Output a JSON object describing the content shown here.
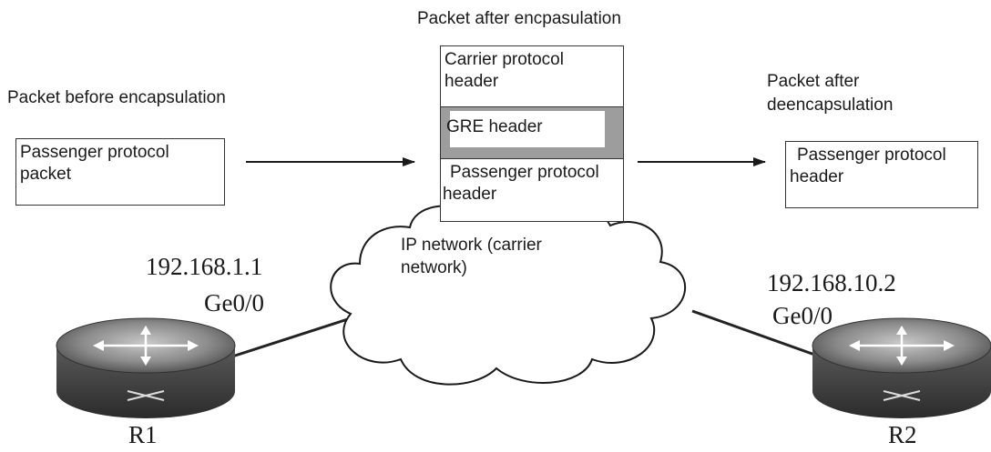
{
  "labels": {
    "before": "Packet before encapsulation",
    "after_encap": "Packet after encpasulation",
    "after_deencap_line1": "Packet after",
    "after_deencap_line2": "deencapsulation",
    "cloud_line1": "IP network (carrier",
    "cloud_line2": "network)"
  },
  "packets": {
    "before": {
      "line1": "Passenger protocol",
      "line2": "packet"
    },
    "carrier": {
      "line1": "Carrier protocol",
      "line2": "header"
    },
    "gre": {
      "text": "GRE header"
    },
    "passenger_mid": {
      "line1": "Passenger protocol",
      "line2": "header"
    },
    "after": {
      "line1": "Passenger protocol",
      "line2": "header"
    }
  },
  "routers": {
    "r1": {
      "name": "R1",
      "ip": "192.168.1.1",
      "iface": "Ge0/0"
    },
    "r2": {
      "name": "R2",
      "ip": "192.168.10.2",
      "iface": "Ge0/0"
    }
  }
}
